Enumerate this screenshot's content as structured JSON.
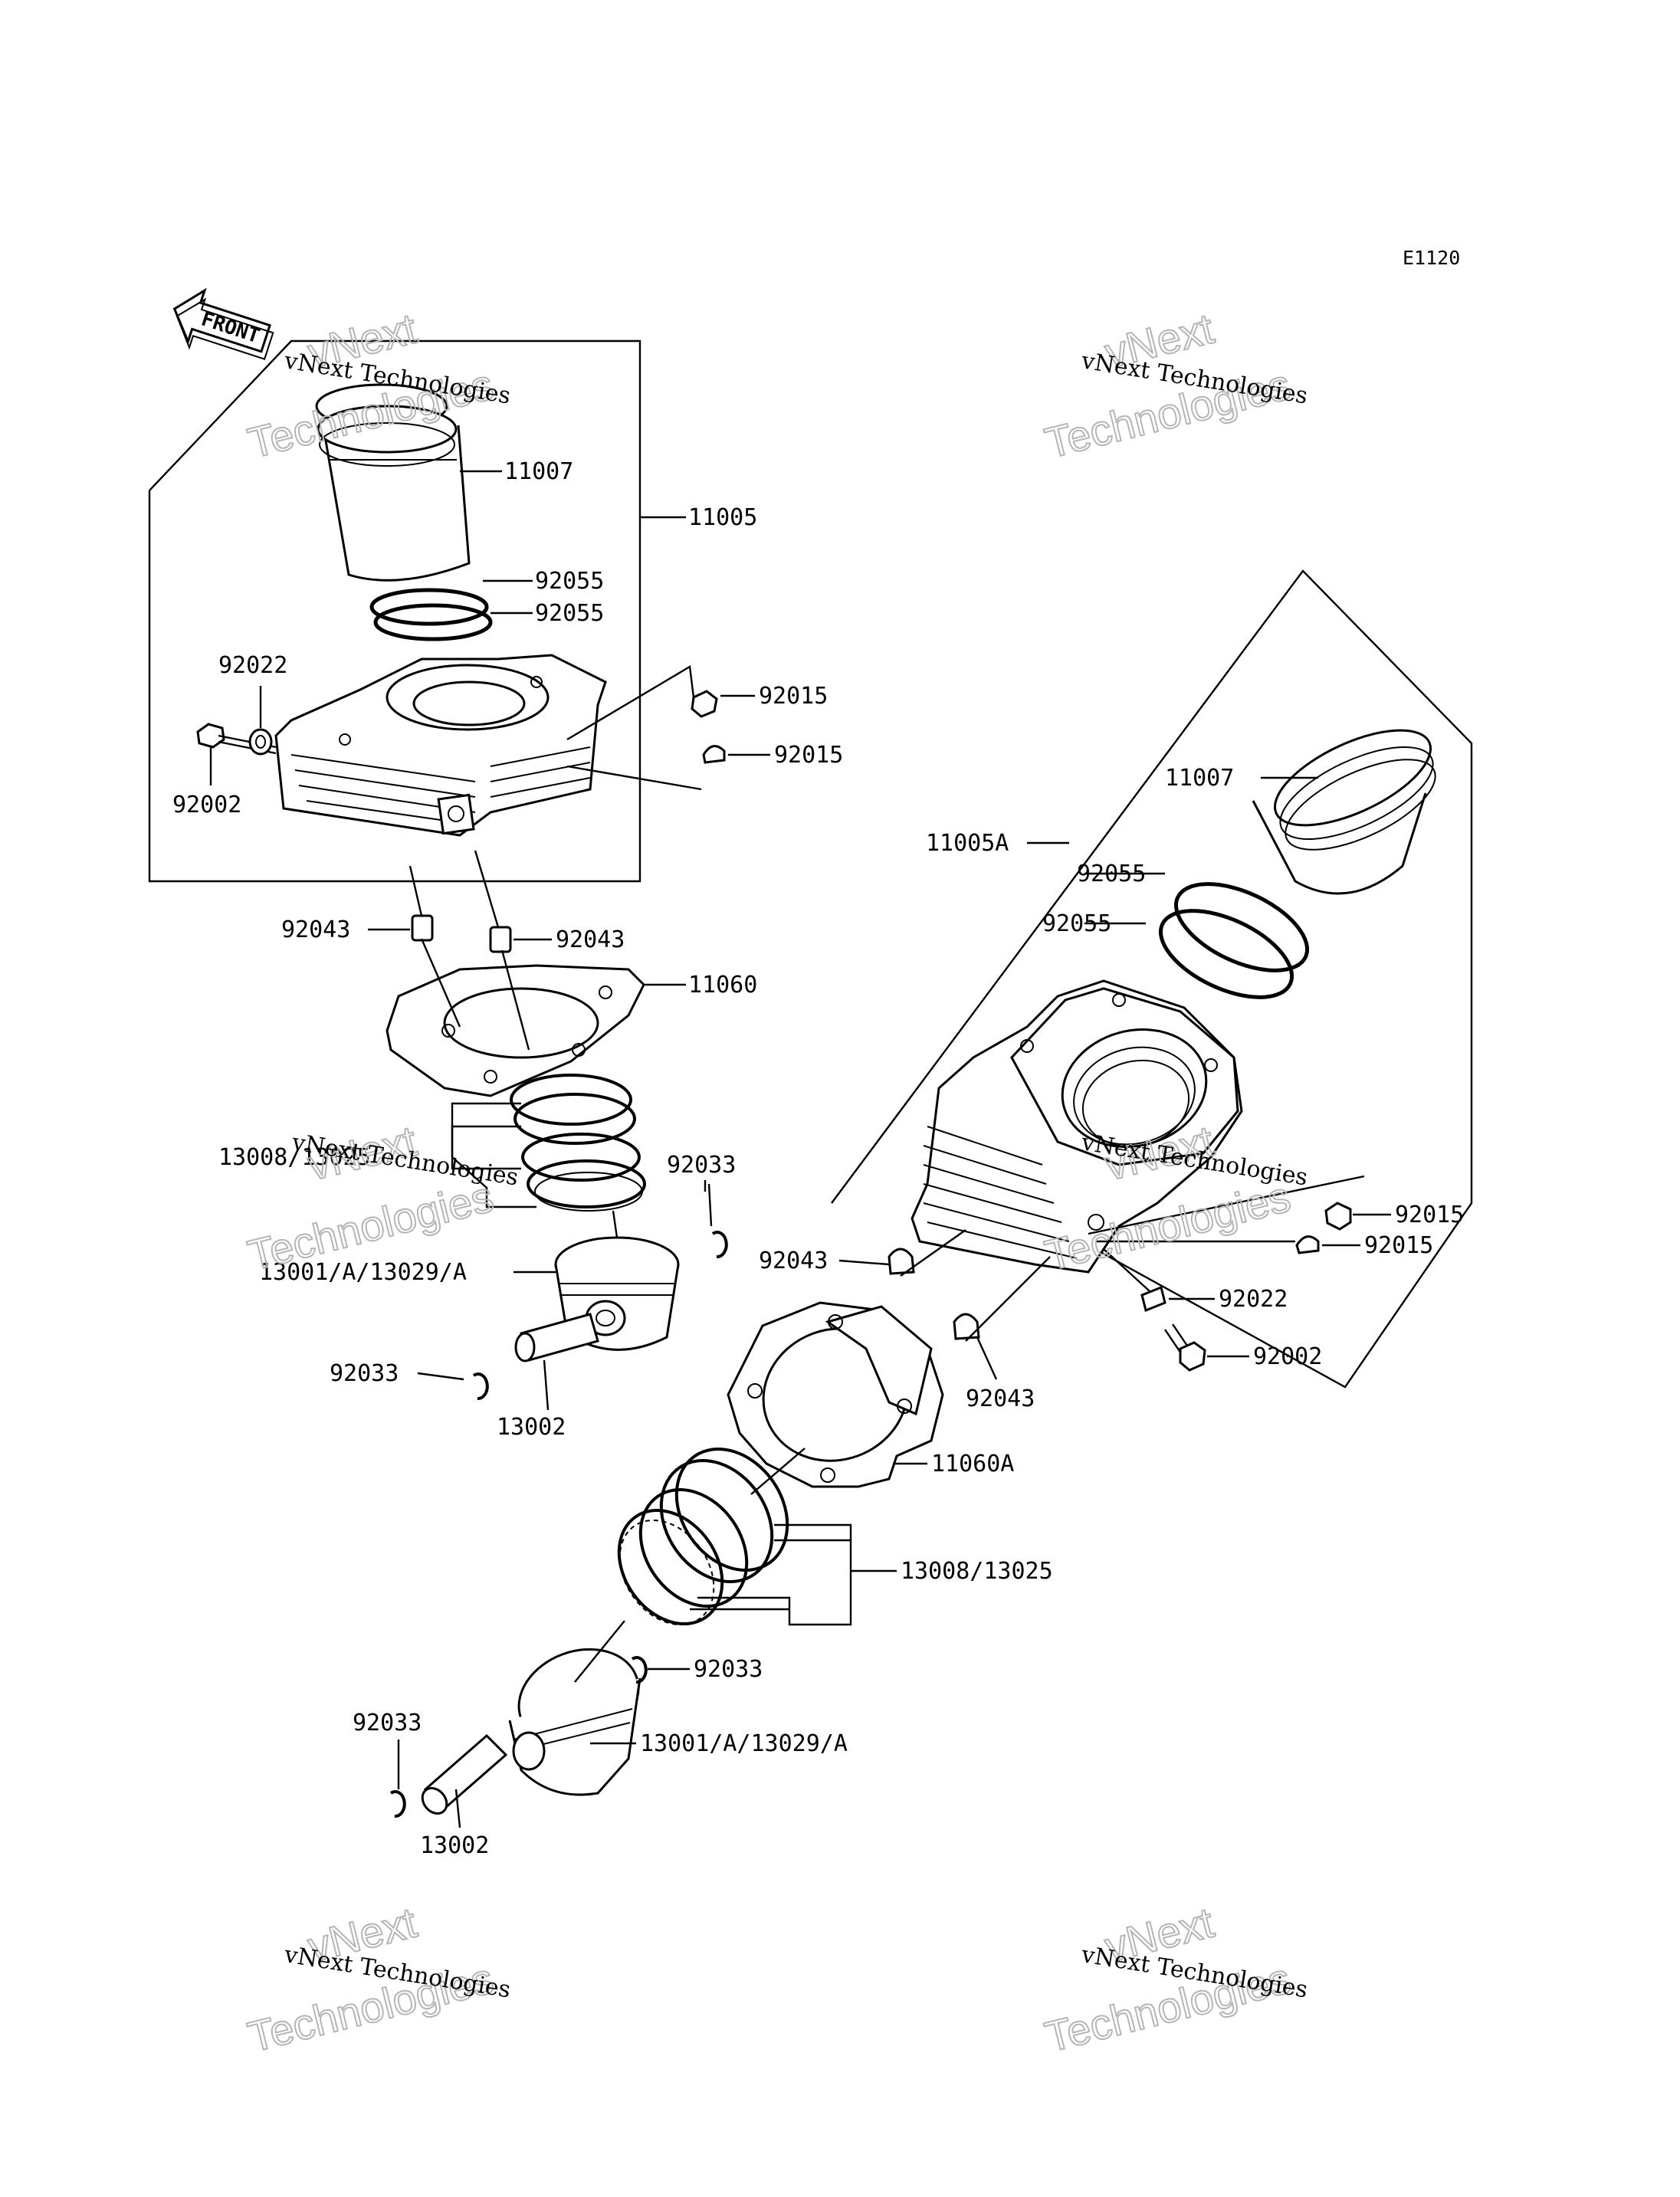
{
  "diagram_code": "E1120",
  "front_label": "FRONT",
  "watermark": {
    "line1": "vNext Technologies",
    "big1": "vNext",
    "big2": "Technologies"
  },
  "labels": {
    "upper": {
      "p11007": "11007",
      "p11005": "11005",
      "p92055a": "92055",
      "p92055b": "92055",
      "p92022": "92022",
      "p92002": "92002",
      "p92015a": "92015",
      "p92015b": "92015",
      "p92043a": "92043",
      "p92043b": "92043",
      "p11060": "11060",
      "p13008": "13008/13025",
      "p92033a": "92033",
      "p13001": "13001/A/13029/A",
      "p92033b": "92033",
      "p13002": "13002"
    },
    "lower": {
      "p11007": "11007",
      "p11005A": "11005A",
      "p92055a": "92055",
      "p92055b": "92055",
      "p92015a": "92015",
      "p92015b": "92015",
      "p92022": "92022",
      "p92002": "92002",
      "p92043a": "92043",
      "p92043b": "92043",
      "p11060A": "11060A",
      "p13008": "13008/13025",
      "p92033a": "92033",
      "p13001": "13001/A/13029/A",
      "p92033b": "92033",
      "p13002": "13002"
    }
  }
}
